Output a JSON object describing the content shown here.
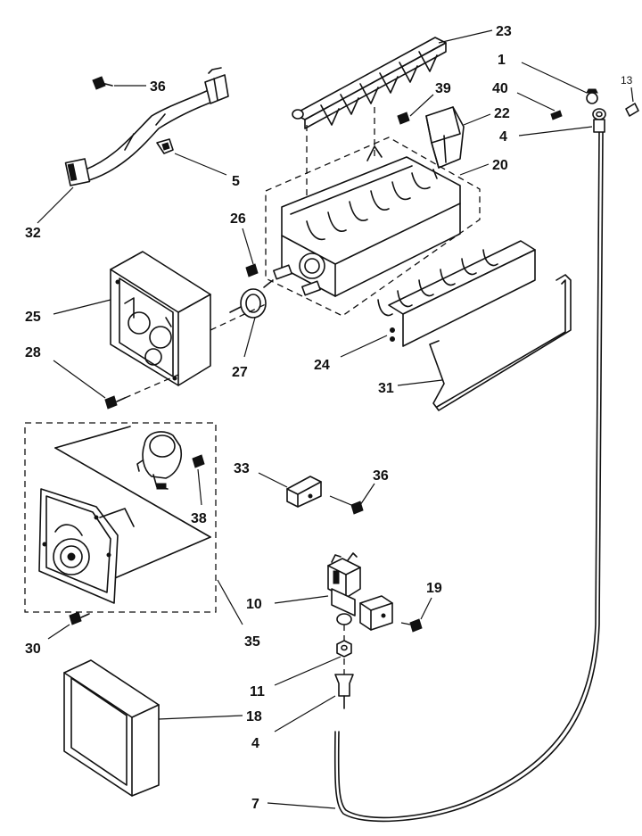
{
  "callouts": {
    "c23": "23",
    "c1": "1",
    "c13": "13",
    "c36a": "36",
    "c39": "39",
    "c40": "40",
    "c22": "22",
    "c4a": "4",
    "c5": "5",
    "c20": "20",
    "c32": "32",
    "c26": "26",
    "c25": "25",
    "c27": "27",
    "c28": "28",
    "c24": "24",
    "c31": "31",
    "c33": "33",
    "c36b": "36",
    "c38": "38",
    "c10": "10",
    "c19": "19",
    "c30": "30",
    "c35": "35",
    "c11": "11",
    "c18": "18",
    "c4b": "4",
    "c7": "7"
  }
}
